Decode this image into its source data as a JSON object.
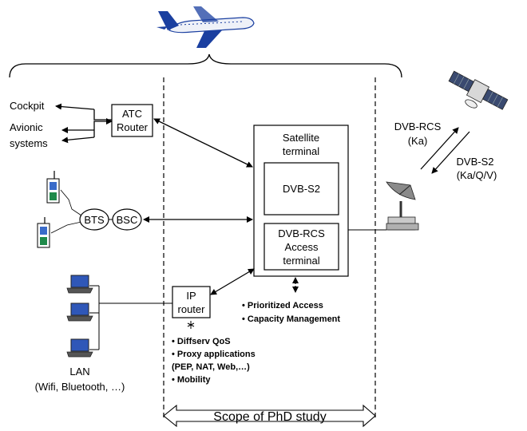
{
  "labels": {
    "cockpit": "Cockpit",
    "avionic_1": "Avionic",
    "avionic_2": "systems",
    "atc_1": "ATC",
    "atc_2": "Router",
    "bts": "BTS",
    "bsc": "BSC",
    "sat_terminal_1": "Satellite",
    "sat_terminal_2": "terminal",
    "dvbs2_box": "DVB-S2",
    "dvbrcs_1": "DVB-RCS",
    "dvbrcs_2": "Access",
    "dvbrcs_3": "terminal",
    "ip_1": "IP",
    "ip_2": "router",
    "link_up_1": "DVB-RCS",
    "link_up_2": "(Ka)",
    "link_down_1": "DVB-S2",
    "link_down_2": "(Ka/Q/V)",
    "lan_1": "LAN",
    "lan_2": "(Wifi, Bluetooth, …)",
    "scope": "Scope of PhD study"
  },
  "terminal_features": [
    "Prioritized Access",
    "Capacity Management"
  ],
  "router_features": [
    "Diffserv QoS",
    "Proxy applications",
    "(PEP, NAT, Web,…)",
    "Mobility"
  ],
  "colors": {
    "line": "#000000",
    "plane_blue": "#1a3fa0",
    "laptop_screen": "#2f57b8"
  }
}
